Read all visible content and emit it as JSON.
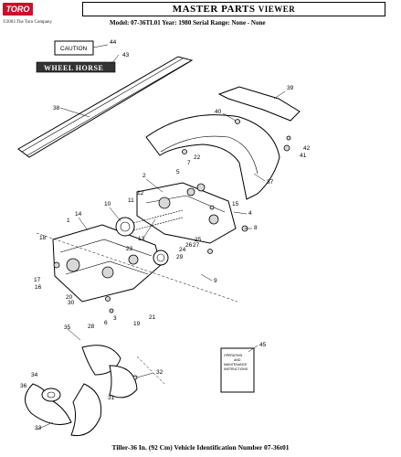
{
  "brand": {
    "logo_text": "TORO",
    "copyright": "©2003 The Toro Company"
  },
  "viewer": {
    "title_main": "MASTER PARTS",
    "title_suffix": "VIEWER"
  },
  "header": {
    "model_line": "Model: 07-36TL01  Year: 1980  Serial Range: None - None"
  },
  "diagram": {
    "decal_caution": "CAUTION",
    "decal_brand": "WHEEL HORSE",
    "manual_lines": [
      "OPERATING",
      "AND",
      "MAINTENANCE",
      "INSTRUCTIONS"
    ],
    "callouts": [
      "1",
      "2",
      "3",
      "4",
      "5",
      "6",
      "7",
      "8",
      "9",
      "10",
      "11",
      "12",
      "13",
      "14",
      "15",
      "16",
      "17",
      "18",
      "19",
      "20",
      "21",
      "22",
      "23",
      "24",
      "25",
      "26",
      "27",
      "28",
      "29",
      "30",
      "31",
      "32",
      "33",
      "34",
      "35",
      "36",
      "37",
      "38",
      "39",
      "40",
      "41",
      "42",
      "43",
      "44",
      "45"
    ]
  },
  "footer": {
    "caption": "Tiller-36 In. (92 Cm) Vehicle Identification Number 07-36t01"
  }
}
